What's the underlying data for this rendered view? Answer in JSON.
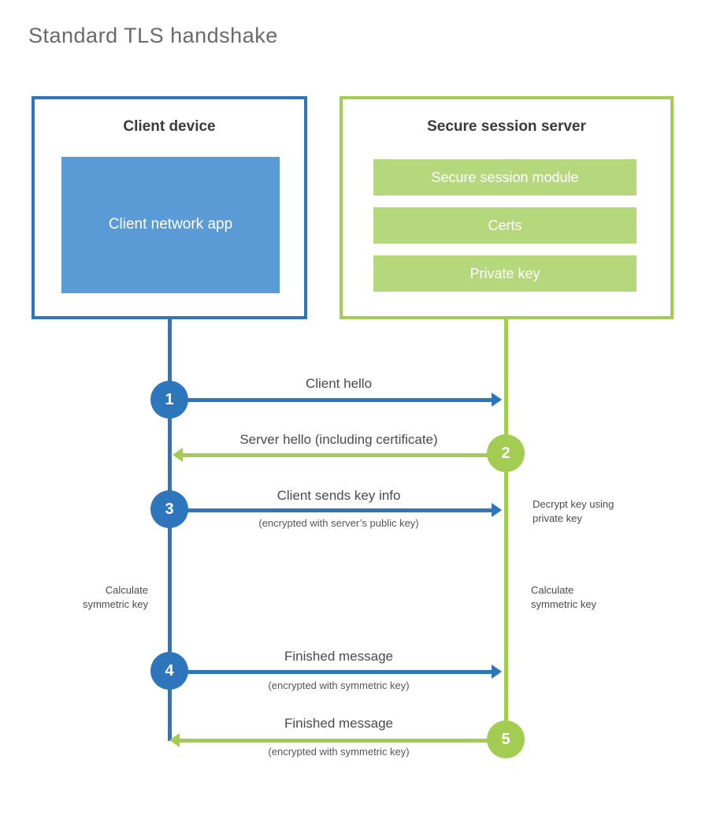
{
  "page": {
    "title": "Standard TLS handshake"
  },
  "client_box": {
    "title": "Client device",
    "app_label": "Client network app"
  },
  "server_box": {
    "title": "Secure session server",
    "modules": [
      "Secure session module",
      "Certs",
      "Private key"
    ]
  },
  "steps": [
    {
      "number": "1",
      "direction": "right",
      "color": "blue",
      "label": "Client hello",
      "sublabel": ""
    },
    {
      "number": "2",
      "direction": "left",
      "color": "green",
      "label": "Server hello (including certificate)",
      "sublabel": ""
    },
    {
      "number": "3",
      "direction": "right",
      "color": "blue",
      "label": "Client sends key info",
      "sublabel": "(encrypted with server’s public key)"
    },
    {
      "number": "4",
      "direction": "right",
      "color": "blue",
      "label": "Finished message",
      "sublabel": "(encrypted with symmetric key)"
    },
    {
      "number": "5",
      "direction": "left",
      "color": "green",
      "label": "Finished message",
      "sublabel": "(encrypted with symmetric key)"
    }
  ],
  "annotations": {
    "decrypt": "Decrypt key using private key",
    "calc_left": "Calculate symmetric key",
    "calc_right": "Calculate symmetric key"
  },
  "colors": {
    "blue": "#2d76bc",
    "blue-fill": "#5b9bd5",
    "green": "#a3cc52",
    "green-fill": "#b5d87d"
  }
}
